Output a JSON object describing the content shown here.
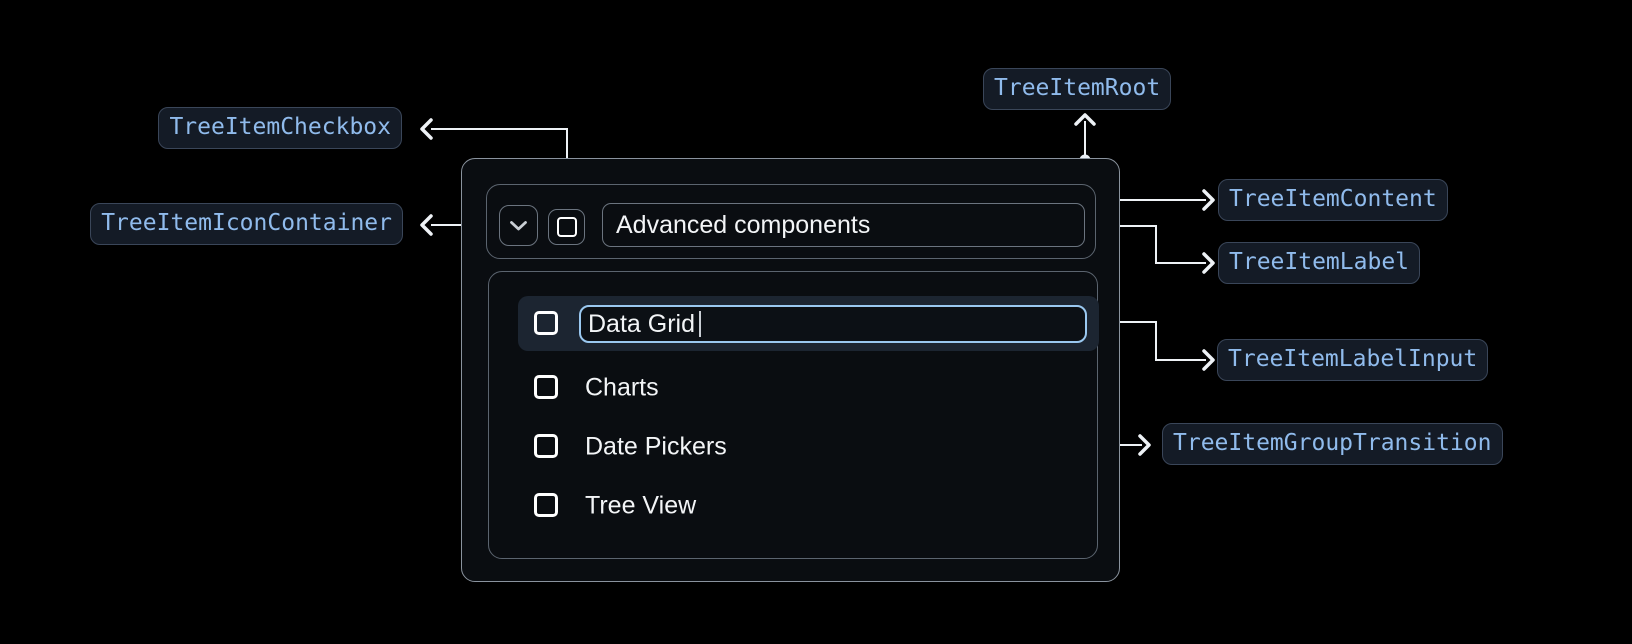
{
  "diagram": {
    "badges": {
      "root": "TreeItemRoot",
      "checkbox": "TreeItemCheckbox",
      "icon_container": "TreeItemIconContainer",
      "content": "TreeItemContent",
      "label": "TreeItemLabel",
      "label_input": "TreeItemLabelInput",
      "group_transition": "TreeItemGroupTransition"
    },
    "colors": {
      "background": "#000000",
      "badge_text": "#90bbec",
      "badge_background": "#141b26",
      "badge_border": "#3a4659",
      "connector": "#eef2f6",
      "panel_background": "#0a0d11",
      "panel_border": "#8a939e",
      "inner_border": "#5b646f",
      "highlight_row": "#1c2531",
      "input_focus_border": "#9ac8f0",
      "text": "#f3f5f7"
    }
  },
  "tree": {
    "parent_label": "Advanced components",
    "editing_item": {
      "value": "Data Grid"
    },
    "items": [
      "Charts",
      "Date Pickers",
      "Tree View"
    ]
  }
}
